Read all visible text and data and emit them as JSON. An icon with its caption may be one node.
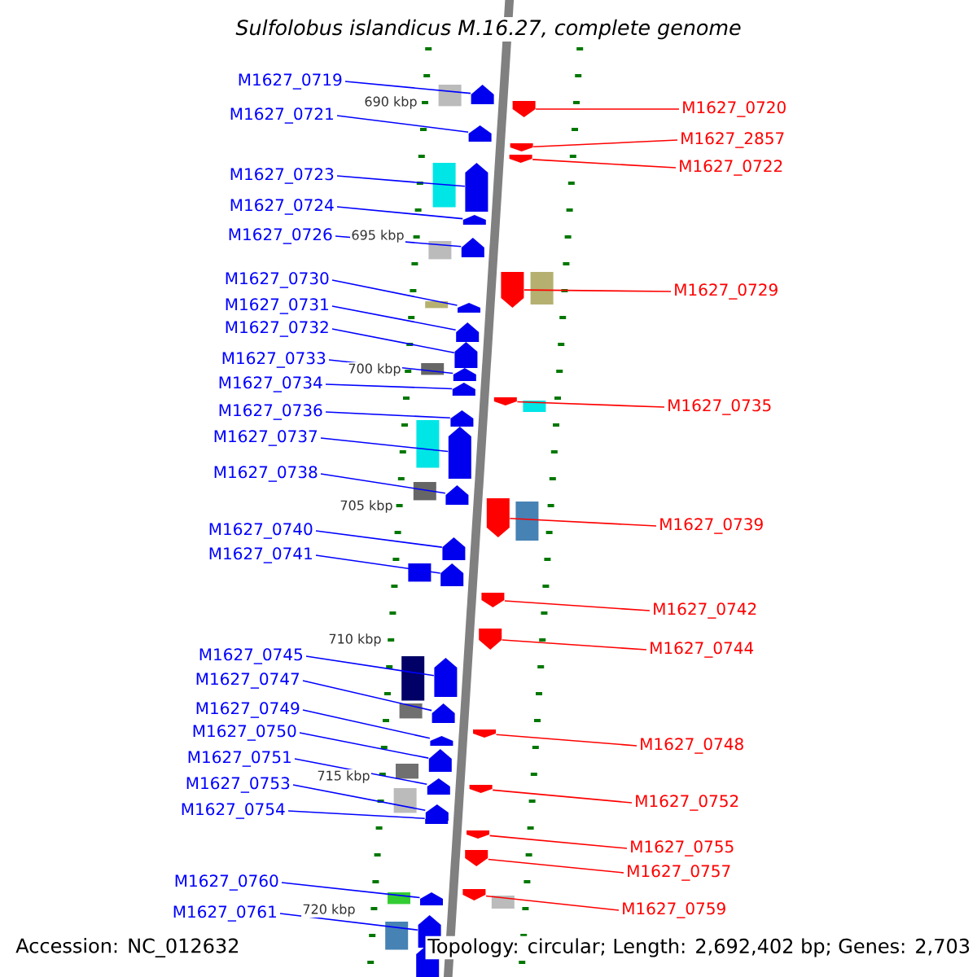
{
  "diagram": {
    "title": "*Sulfolobus islandicus* M.16.27, complete genome",
    "nodes": [
      {
        "text": [
          "M1627_0719"
        ]
      },
      {
        "text": [
          "M1627_0721"
        ]
      },
      {
        "text": [
          "M1627_0723"
        ]
      },
      {
        "text": [
          "M1627_0724"
        ]
      },
      {
        "text": [
          "M1627_0726"
        ]
      },
      {
        "text": [
          "M1627_0730"
        ]
      },
      {
        "text": [
          "M1627_0731"
        ]
      },
      {
        "text": [
          "M1627_0732"
        ]
      },
      {
        "text": [
          "M1627_0733"
        ]
      },
      {
        "text": [
          "M1627_0734"
        ]
      },
      {
        "text": [
          "M1627_0736"
        ]
      },
      {
        "text": [
          "M1627_0737"
        ]
      },
      {
        "text": [
          "M1627_0738"
        ]
      },
      {
        "text": [
          "M1627_0740"
        ]
      },
      {
        "text": [
          "M1627_0741"
        ]
      },
      {
        "text": [
          "M1627_0745"
        ]
      },
      {
        "text": [
          "M1627_0747"
        ]
      },
      {
        "text": [
          "M1627_0749"
        ]
      },
      {
        "text": [
          "M1627_0750"
        ]
      },
      {
        "text": [
          "M1627_0751"
        ]
      },
      {
        "text": [
          "M1627_0753"
        ]
      },
      {
        "text": [
          "M1627_0754"
        ]
      },
      {
        "text": [
          "M1627_0760"
        ]
      },
      {
        "text": [
          "M1627_0761"
        ]
      },
      {
        "text": [
          "M1627_0720"
        ]
      },
      {
        "text": [
          "M1627_2857"
        ]
      },
      {
        "text": [
          "M1627_0722"
        ]
      },
      {
        "text": [
          "M1627_0729"
        ]
      },
      {
        "text": [
          "M1627_0735"
        ]
      },
      {
        "text": [
          "M1627_0739"
        ]
      },
      {
        "text": [
          "M1627_0742"
        ]
      },
      {
        "text": [
          "M1627_0744"
        ]
      },
      {
        "text": [
          "M1627_0748"
        ]
      },
      {
        "text": [
          "M1627_0752"
        ]
      },
      {
        "text": [
          "M1627_0755"
        ]
      },
      {
        "text": [
          "M1627_0757"
        ]
      },
      {
        "text": [
          "M1627_0759"
        ]
      },
      {
        "text": [],
        "shape": "pentagon"
      },
      {
        "text": [],
        "shape": "pentagon"
      },
      {
        "text": [],
        "shape": "pentagon"
      },
      {
        "text": [],
        "shape": "pentagon"
      },
      {
        "text": [],
        "shape": "pentagon"
      },
      {
        "text": [],
        "shape": "pentagon"
      },
      {
        "text": [],
        "shape": "pentagon"
      },
      {
        "text": [],
        "shape": "pentagon"
      },
      {
        "text": [],
        "shape": "pentagon"
      },
      {
        "text": [],
        "shape": "pentagon"
      },
      {
        "text": [],
        "shape": "pentagon"
      },
      {
        "text": [],
        "shape": "pentagon"
      },
      {
        "text": [],
        "shape": "pentagon"
      },
      {
        "text": [],
        "shape": "pentagon"
      },
      {
        "text": [],
        "shape": "pentagon"
      },
      {
        "text": [],
        "shape": "pentagon"
      },
      {
        "text": [],
        "shape": "pentagon"
      },
      {
        "text": [],
        "shape": "pentagon"
      },
      {
        "text": [],
        "shape": "pentagon"
      },
      {
        "text": [],
        "shape": "pentagon"
      },
      {
        "text": [],
        "shape": "pentagon"
      },
      {
        "text": [],
        "shape": "pentagon"
      },
      {
        "text": [],
        "shape": "pentagon"
      },
      {
        "text": [],
        "shape": "pentagon"
      },
      {
        "text": [],
        "shape": "pentagon"
      },
      {
        "text": [],
        "shape": "pentagon"
      },
      {
        "text": [],
        "shape": "pentagon"
      },
      {
        "text": [],
        "shape": "pentagon"
      },
      {
        "text": [],
        "shape": "pentagon"
      },
      {
        "text": [],
        "shape": "pentagon"
      },
      {
        "text": [],
        "shape": "pentagon"
      },
      {
        "text": [],
        "shape": "pentagon"
      },
      {
        "text": [],
        "shape": "pentagon"
      },
      {
        "text": [],
        "shape": "pentagon"
      },
      {
        "text": [],
        "shape": "pentagon"
      },
      {
        "text": [],
        "shape": "pentagon"
      },
      {
        "text": [],
        "shape": "pentagon"
      },
      {
        "text": [],
        "shape": "pentagon"
      }
    ],
    "edges": [
      {
        "from": 0,
        "to": 37,
        "arrow": "none"
      },
      {
        "from": 1,
        "to": 38,
        "arrow": "none"
      },
      {
        "from": 2,
        "to": 39,
        "arrow": "none"
      },
      {
        "from": 3,
        "to": 40,
        "arrow": "none"
      },
      {
        "from": 4,
        "to": 41,
        "arrow": "none"
      },
      {
        "from": 5,
        "to": 42,
        "arrow": "none"
      },
      {
        "from": 6,
        "to": 43,
        "arrow": "none"
      },
      {
        "from": 7,
        "to": 44,
        "arrow": "none"
      },
      {
        "from": 8,
        "to": 45,
        "arrow": "none"
      },
      {
        "from": 9,
        "to": 46,
        "arrow": "none"
      },
      {
        "from": 10,
        "to": 47,
        "arrow": "none"
      },
      {
        "from": 11,
        "to": 48,
        "arrow": "none"
      },
      {
        "from": 12,
        "to": 49,
        "arrow": "none"
      },
      {
        "from": 13,
        "to": 50,
        "arrow": "none"
      },
      {
        "from": 14,
        "to": 51,
        "arrow": "none"
      },
      {
        "from": 15,
        "to": 52,
        "arrow": "none"
      },
      {
        "from": 16,
        "to": 53,
        "arrow": "none"
      },
      {
        "from": 17,
        "to": 54,
        "arrow": "none"
      },
      {
        "from": 18,
        "to": 55,
        "arrow": "none"
      },
      {
        "from": 19,
        "to": 56,
        "arrow": "none"
      },
      {
        "from": 20,
        "to": 57,
        "arrow": "none"
      },
      {
        "from": 21,
        "to": 58,
        "arrow": "none"
      },
      {
        "from": 22,
        "to": 59,
        "arrow": "none"
      },
      {
        "from": 23,
        "to": 60,
        "arrow": "none"
      },
      {
        "from": 24,
        "to": 61,
        "arrow": "none",
        "color": "#ff0000"
      },
      {
        "from": 25,
        "to": 62,
        "arrow": "none",
        "color": "#ff0000"
      },
      {
        "from": 26,
        "to": 63,
        "arrow": "none",
        "color": "#ff0000"
      },
      {
        "from": 27,
        "to": 64,
        "arrow": "none",
        "color": "#ff0000"
      },
      {
        "from": 28,
        "to": 65,
        "arrow": "none",
        "color": "#ff0000"
      },
      {
        "from": 29,
        "to": 66,
        "arrow": "none",
        "color": "#ff0000"
      },
      {
        "from": 30,
        "to": 67,
        "arrow": "none",
        "color": "#ff0000"
      },
      {
        "from": 31,
        "to": 68,
        "arrow": "none",
        "color": "#ff0000"
      },
      {
        "from": 32,
        "to": 69,
        "arrow": "none",
        "color": "#ff0000"
      },
      {
        "from": 33,
        "to": 70,
        "arrow": "none",
        "color": "#ff0000"
      },
      {
        "from": 34,
        "to": 71,
        "arrow": "none",
        "color": "#ff0000"
      },
      {
        "from": 35,
        "to": 72,
        "arrow": "none",
        "color": "#ff0000"
      },
      {
        "from": 36,
        "to": 73,
        "arrow": "none",
        "color": "#ff0000"
      }
    ],
    "labels": [
      "690 kbp",
      "695 kbp",
      "700 kbp",
      "705 kbp",
      "710 kbp",
      "715 kbp",
      "720 kbp",
      "Accession: NC_012632",
      "Topology: circular; Length: 2,692,402 bp; Genes: 2,703"
    ]
  }
}
